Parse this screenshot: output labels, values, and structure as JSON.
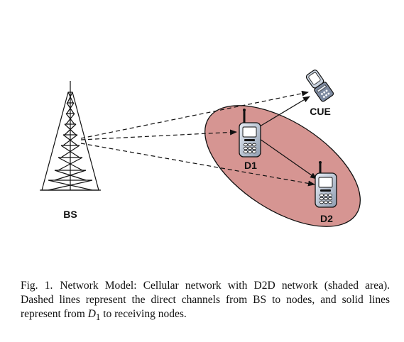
{
  "diagram": {
    "labels": {
      "bs": "BS",
      "cue": "CUE",
      "d1": "D1",
      "d2": "D2"
    },
    "colors": {
      "d2d_area_fill": "#d69592",
      "d2d_area_stroke": "#111111",
      "line": "#111111"
    },
    "icons": {
      "base_station": "cell-tower-icon",
      "cue": "flip-phone-icon",
      "d1": "mobile-phone-icon",
      "d2": "mobile-phone-icon"
    }
  },
  "caption": {
    "fig_label": "Fig. 1.",
    "text_1": "Network Model: Cellular network with D2D network (shaded area). Dashed lines represent the direct channels from BS to nodes, and solid lines represent from ",
    "d1_symbol": "D",
    "d1_subscript": "1",
    "text_2": " to receiving nodes."
  }
}
